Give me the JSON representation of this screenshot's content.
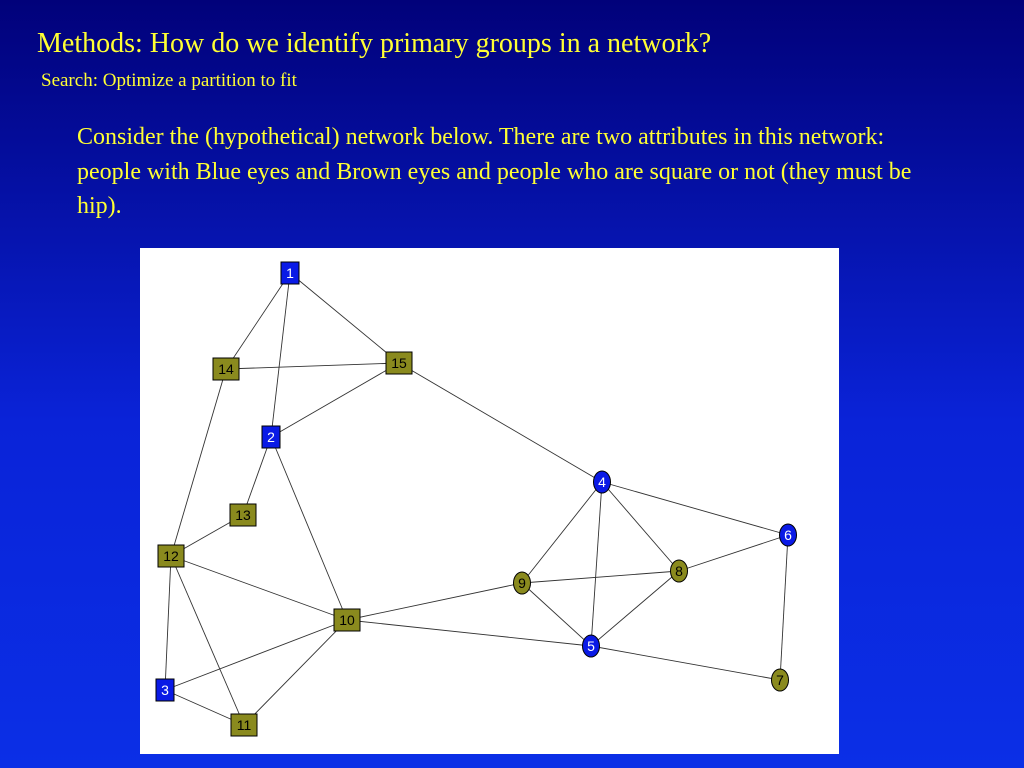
{
  "slide": {
    "title": "Methods: How do we identify primary groups in a network?",
    "subtitle": "Search: Optimize a partition to fit",
    "body": "Consider the (hypothetical) network below.  There are two attributes in this network: people with Blue eyes and Brown eyes and people who are square or not (they must be hip)."
  },
  "colors": {
    "background_top": "#01017a",
    "background_bottom": "#0b2fe6",
    "text": "#ffff33",
    "node_blue": "#0a1ae6",
    "node_olive": "#8a8a1e",
    "edge": "#333333"
  },
  "network": {
    "nodes": [
      {
        "id": "1",
        "eyes": "blue",
        "shape": "square"
      },
      {
        "id": "2",
        "eyes": "blue",
        "shape": "square"
      },
      {
        "id": "3",
        "eyes": "blue",
        "shape": "square"
      },
      {
        "id": "4",
        "eyes": "blue",
        "shape": "circle"
      },
      {
        "id": "5",
        "eyes": "blue",
        "shape": "circle"
      },
      {
        "id": "6",
        "eyes": "blue",
        "shape": "circle"
      },
      {
        "id": "7",
        "eyes": "brown",
        "shape": "circle"
      },
      {
        "id": "8",
        "eyes": "brown",
        "shape": "circle"
      },
      {
        "id": "9",
        "eyes": "brown",
        "shape": "circle"
      },
      {
        "id": "10",
        "eyes": "brown",
        "shape": "square"
      },
      {
        "id": "11",
        "eyes": "brown",
        "shape": "square"
      },
      {
        "id": "12",
        "eyes": "brown",
        "shape": "square"
      },
      {
        "id": "13",
        "eyes": "brown",
        "shape": "square"
      },
      {
        "id": "14",
        "eyes": "brown",
        "shape": "square"
      },
      {
        "id": "15",
        "eyes": "brown",
        "shape": "square"
      }
    ],
    "edges": [
      [
        "1",
        "14"
      ],
      [
        "1",
        "2"
      ],
      [
        "1",
        "15"
      ],
      [
        "14",
        "15"
      ],
      [
        "14",
        "12"
      ],
      [
        "15",
        "2"
      ],
      [
        "15",
        "4"
      ],
      [
        "2",
        "13"
      ],
      [
        "2",
        "10"
      ],
      [
        "13",
        "12"
      ],
      [
        "12",
        "3"
      ],
      [
        "12",
        "11"
      ],
      [
        "12",
        "10"
      ],
      [
        "3",
        "11"
      ],
      [
        "3",
        "10"
      ],
      [
        "11",
        "10"
      ],
      [
        "10",
        "9"
      ],
      [
        "10",
        "5"
      ],
      [
        "9",
        "8"
      ],
      [
        "9",
        "4"
      ],
      [
        "9",
        "5"
      ],
      [
        "4",
        "5"
      ],
      [
        "4",
        "8"
      ],
      [
        "4",
        "6"
      ],
      [
        "8",
        "5"
      ],
      [
        "8",
        "6"
      ],
      [
        "6",
        "7"
      ],
      [
        "5",
        "7"
      ]
    ]
  }
}
